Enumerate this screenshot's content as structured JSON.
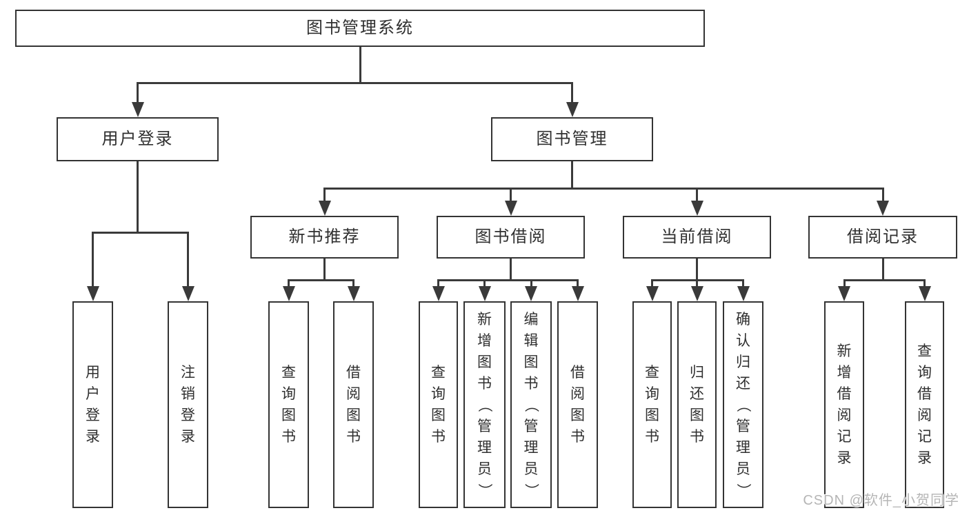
{
  "diagram": {
    "watermark": "CSDN @软件_小贺同学",
    "colors": {
      "line": "#3a3a3a",
      "border": "#333333",
      "text": "#2f2f2f",
      "background": "#ffffff",
      "watermark": "#b5b5b5"
    },
    "tree": {
      "id": "root",
      "label": "图书管理系统",
      "children": [
        {
          "id": "user-login",
          "label": "用户登录",
          "children": [
            {
              "id": "user-login-leaf",
              "label": "用户登录"
            },
            {
              "id": "logout-leaf",
              "label": "注销登录"
            }
          ]
        },
        {
          "id": "book-management",
          "label": "图书管理",
          "children": [
            {
              "id": "new-book-recommend",
              "label": "新书推荐",
              "children": [
                {
                  "id": "nbr-query-books",
                  "label": "查询图书"
                },
                {
                  "id": "nbr-borrow-books",
                  "label": "借阅图书"
                }
              ]
            },
            {
              "id": "book-borrowing",
              "label": "图书借阅",
              "children": [
                {
                  "id": "bb-query-books",
                  "label": "查询图书"
                },
                {
                  "id": "bb-add-books",
                  "label": "新增图书（管理员）"
                },
                {
                  "id": "bb-edit-books",
                  "label": "编辑图书（管理员）"
                },
                {
                  "id": "bb-borrow-books",
                  "label": "借阅图书"
                }
              ]
            },
            {
              "id": "current-borrowing",
              "label": "当前借阅",
              "children": [
                {
                  "id": "cb-query-books",
                  "label": "查询图书"
                },
                {
                  "id": "cb-return-books",
                  "label": "归还图书"
                },
                {
                  "id": "cb-confirm-return",
                  "label": "确认归还（管理员）"
                }
              ]
            },
            {
              "id": "borrowing-records",
              "label": "借阅记录",
              "children": [
                {
                  "id": "br-add-record",
                  "label": "新增借阅记录"
                },
                {
                  "id": "br-query-record",
                  "label": "查询借阅记录"
                }
              ]
            }
          ]
        }
      ]
    }
  }
}
